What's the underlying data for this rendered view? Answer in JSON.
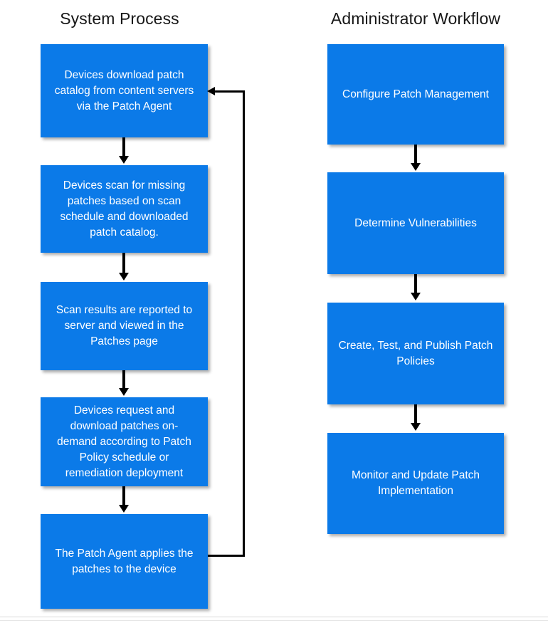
{
  "diagram": {
    "accent_color": "#0b7ae8",
    "text_color": "#ffffff",
    "arrow_color": "#000000",
    "title_color": "#171717",
    "columns": [
      {
        "id": "system-process",
        "title": "System Process",
        "nodes": [
          {
            "id": "download-catalog",
            "label": "Devices download patch\ncatalog from content servers\nvia the Patch Agent"
          },
          {
            "id": "scan-missing-patches",
            "label": "Devices scan for missing\npatches based on scan\nschedule and downloaded\npatch catalog."
          },
          {
            "id": "report-scan-results",
            "label": "Scan results are reported to\nserver and viewed in the\nPatches page"
          },
          {
            "id": "request-download-patches",
            "label": "Devices request and\ndownload patches on-\ndemand according to Patch\nPolicy schedule or\nremediation deployment"
          },
          {
            "id": "apply-patches",
            "label": "The Patch Agent applies the\npatches to the device"
          }
        ],
        "feedback_loop": {
          "from": "apply-patches",
          "to": "download-catalog",
          "label": ""
        }
      },
      {
        "id": "administrator-workflow",
        "title": "Administrator Workflow",
        "nodes": [
          {
            "id": "configure-patch-management",
            "label": "Configure Patch Management"
          },
          {
            "id": "determine-vulnerabilities",
            "label": "Determine Vulnerabilities"
          },
          {
            "id": "create-test-publish-policies",
            "label": "Create, Test, and Publish Patch\nPolicies"
          },
          {
            "id": "monitor-update-implementation",
            "label": "Monitor and Update Patch\nImplementation"
          }
        ]
      }
    ]
  }
}
